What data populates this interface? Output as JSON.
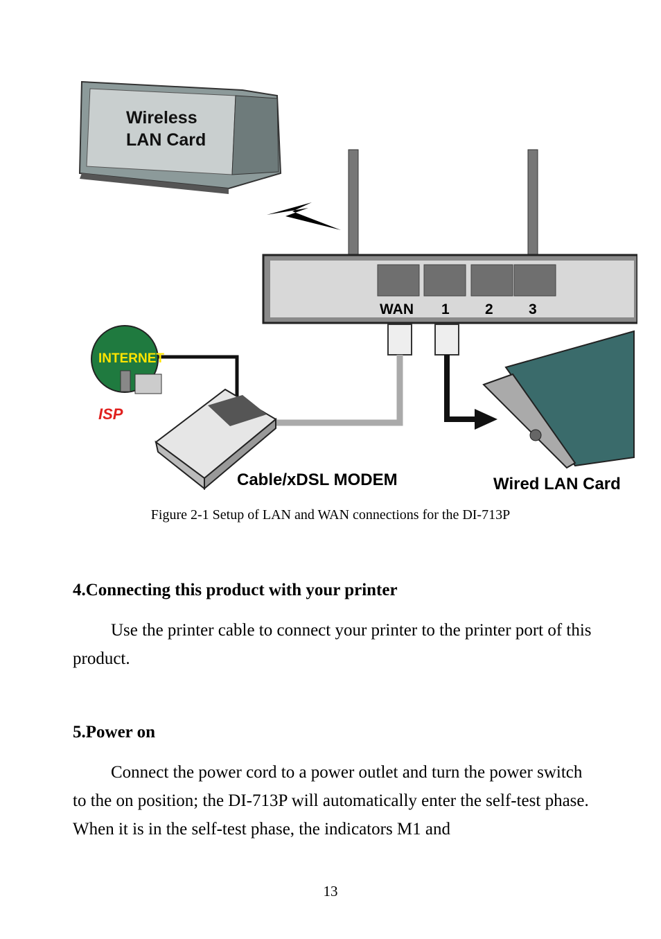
{
  "figure": {
    "labels": {
      "wireless_card_line1": "Wireless",
      "wireless_card_line2": "LAN  Card",
      "port_wan": "WAN",
      "port_1": "1",
      "port_2": "2",
      "port_3": "3",
      "internet": "INTERNET",
      "isp": "ISP",
      "modem": "Cable/xDSL MODEM",
      "wired_card": "Wired LAN Card"
    },
    "caption": "Figure 2-1 Setup of LAN and WAN connections for the DI-713P"
  },
  "section4": {
    "heading": "4.Connecting this product with your printer",
    "paragraph": "Use the printer cable to connect your printer to the printer port of this product."
  },
  "section5": {
    "heading": "5.Power on",
    "paragraph": "Connect the power cord to a power outlet and turn the power switch to the on position; the DI-713P will automatically enter the self-test phase. When it is in the self-test phase, the indicators M1 and"
  },
  "page_number": "13"
}
